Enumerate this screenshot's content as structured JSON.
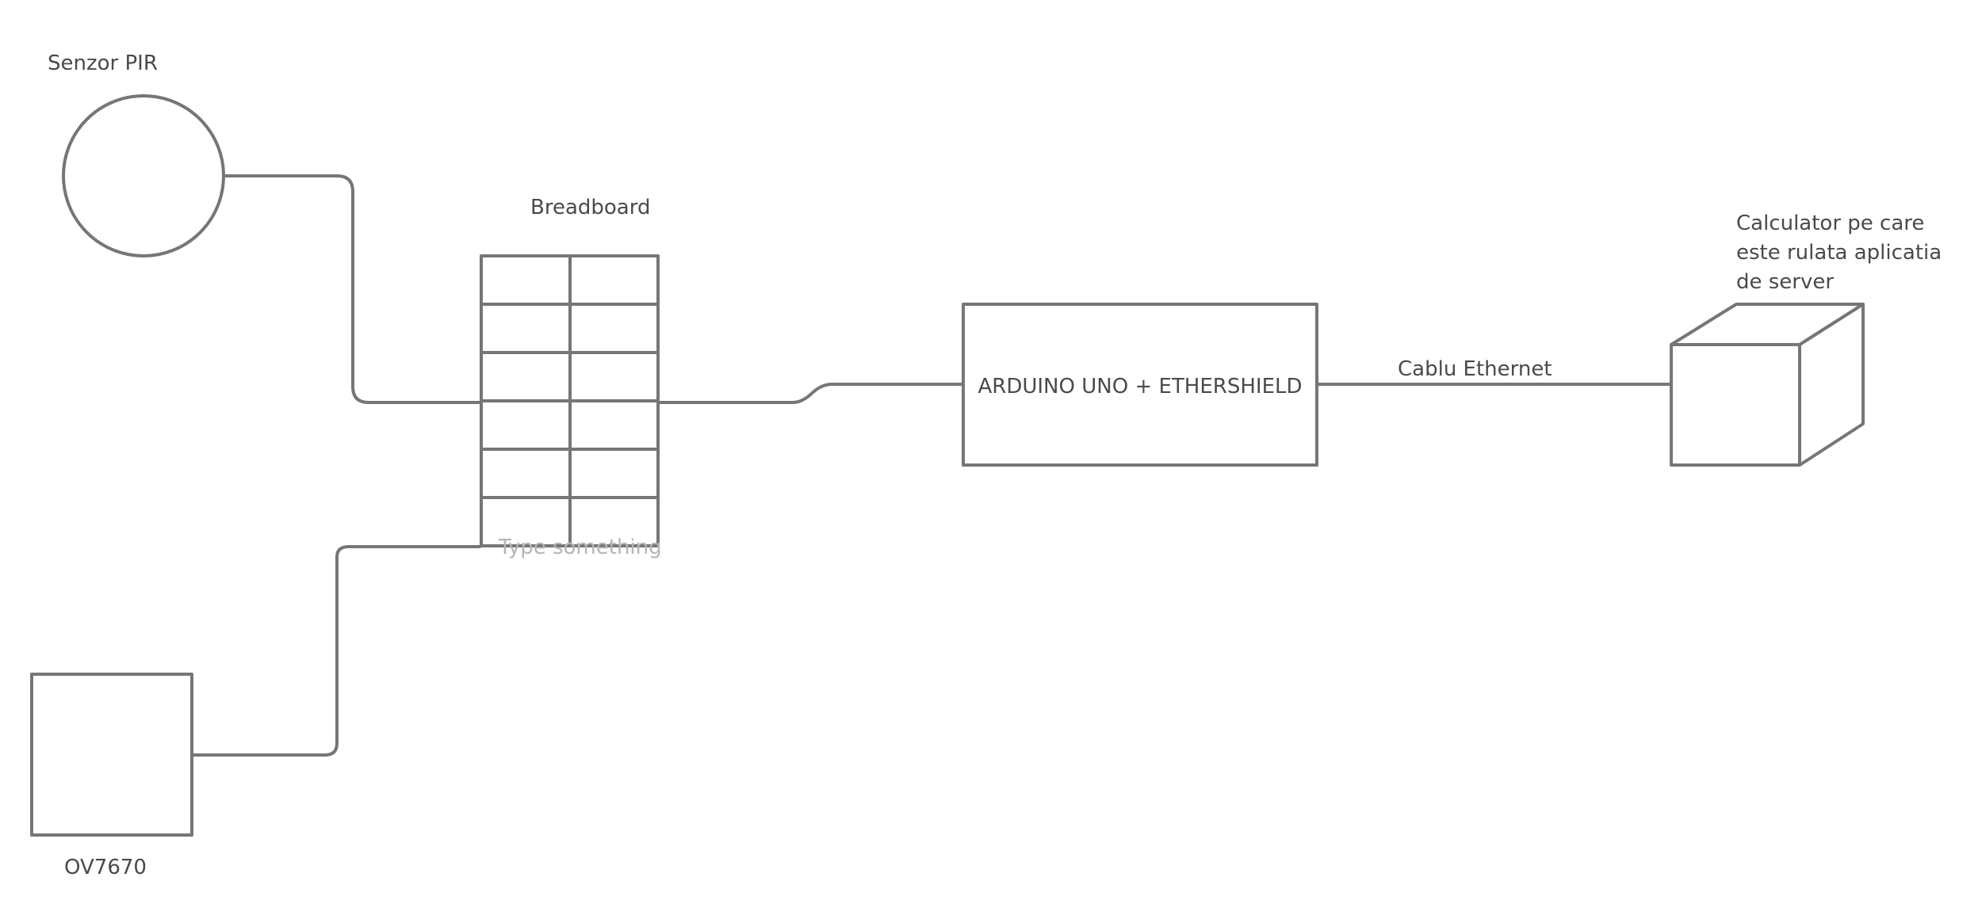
{
  "diagram": {
    "nodes": {
      "pir_sensor": {
        "label": "Senzor PIR",
        "shape": "circle"
      },
      "breadboard": {
        "label": "Breadboard",
        "shape": "grid",
        "rows": 6,
        "cols": 2,
        "placeholder": "Type something"
      },
      "arduino": {
        "label": "ARDUINO UNO + ETHERSHIELD",
        "shape": "rectangle"
      },
      "camera": {
        "label": "OV7670",
        "shape": "rectangle"
      },
      "server": {
        "label_lines": [
          "Calculator pe care",
          "este rulata aplicatia",
          "de server"
        ],
        "shape": "cube"
      }
    },
    "edges": [
      {
        "from": "pir_sensor",
        "to": "breadboard"
      },
      {
        "from": "breadboard",
        "to": "arduino"
      },
      {
        "from": "camera",
        "to": "breadboard"
      },
      {
        "from": "arduino",
        "to": "server",
        "label": "Cablu Ethernet"
      }
    ],
    "colors": {
      "stroke": "#767676",
      "text": "#4a4a4a",
      "placeholder_text": "#b5b5b5",
      "background": "#ffffff"
    }
  }
}
